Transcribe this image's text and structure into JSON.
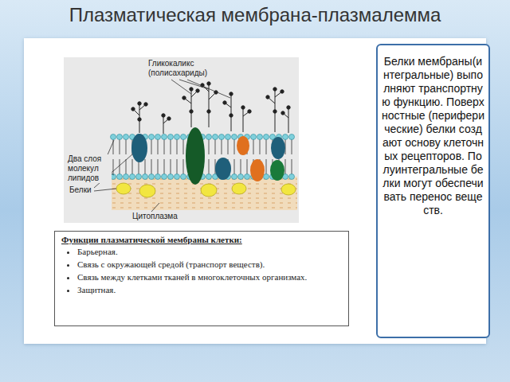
{
  "diagram": {
    "title": "Плазматическая мембрана-плазмалемма",
    "nodes": [
      {
        "text": [
          "Функции плазматической мембраны клетки:",
          "Барьерная.",
          "Связь с окружающей средой (транспорт веществ).",
          "Связь между клетками тканей в многоклеточных организмах.",
          "Защитная."
        ]
      },
      {
        "text": [
          "Белки мембраны(интегральные) выполняют транспортную функцию. Поверхностные (периферические) белки создают основу клеточных рецепторов. Полуинтегральные белки могут обеспечивать перенос веществ."
        ]
      }
    ],
    "labels": [
      "Гликокаликс (полисахариды)",
      "Два слоя молекул липидов",
      "Белки",
      "Цитоплазма"
    ]
  }
}
